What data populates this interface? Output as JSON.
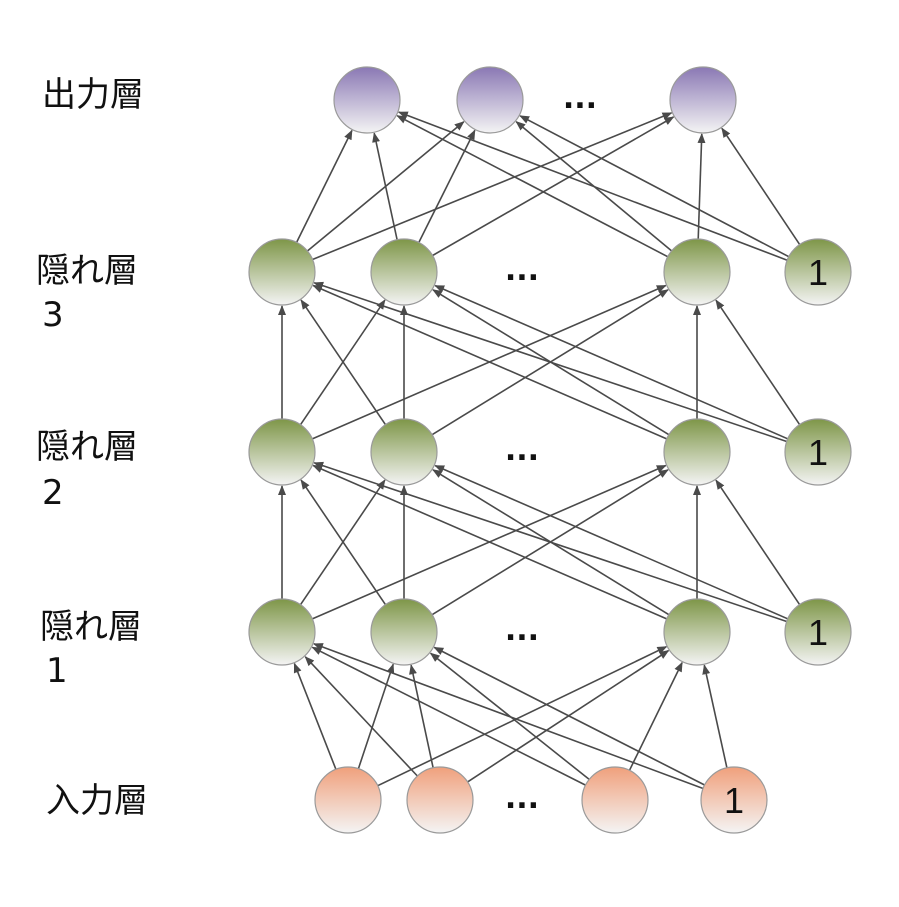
{
  "layers": [
    {
      "id": "output",
      "label_lines": [
        "出力層"
      ],
      "color": "#8a78b4",
      "nodes": [
        "n",
        "n",
        "ellipsis",
        "n"
      ]
    },
    {
      "id": "hidden3",
      "label_lines": [
        "隠れ層",
        "3"
      ],
      "color": "#7e9648",
      "nodes": [
        "n",
        "n",
        "ellipsis",
        "n",
        "bias"
      ]
    },
    {
      "id": "hidden2",
      "label_lines": [
        "隠れ層",
        "2"
      ],
      "color": "#7e9648",
      "nodes": [
        "n",
        "n",
        "ellipsis",
        "n",
        "bias"
      ]
    },
    {
      "id": "hidden1",
      "label_lines": [
        "隠れ層",
        "1"
      ],
      "color": "#7e9648",
      "nodes": [
        "n",
        "n",
        "ellipsis",
        "n",
        "bias"
      ]
    },
    {
      "id": "input",
      "label_lines": [
        "入力層"
      ],
      "color": "#f0a07c",
      "nodes": [
        "n",
        "n",
        "ellipsis",
        "n",
        "bias"
      ]
    }
  ],
  "ellipsis_text": "...",
  "bias_label": "1",
  "colors": {
    "output": "#8a78b4",
    "hidden": "#7e9648",
    "input": "#f0a07c",
    "node_bottom": "#f4f4f4",
    "edge": "#4a4a4a"
  },
  "connectivity": "fully-connected (each node and bias in a layer connects to every node in the layer above)"
}
